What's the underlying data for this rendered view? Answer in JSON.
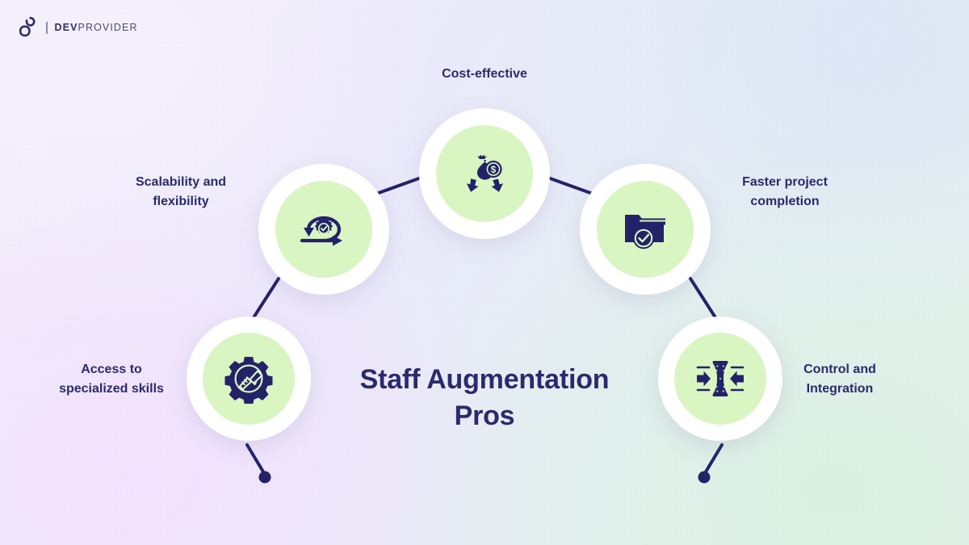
{
  "brand": {
    "logo_icon": "devprovider-logo-mark",
    "name_bold": "DEV",
    "name_light": "PROVIDER"
  },
  "center": {
    "title_line1": "Staff Augmentation",
    "title_line2": "Pros",
    "title_color": "#2b2a6e"
  },
  "theme": {
    "accent_navy": "#232269",
    "disc_green": "#d9f5c2",
    "ring_white": "#ffffff",
    "text_navy": "#2b2a6e"
  },
  "nodes": [
    {
      "id": "cost-effective",
      "label": "Cost-effective",
      "icon": "money-bag-down-arrows-icon"
    },
    {
      "id": "scalability-flexibility",
      "label_line1": "Scalability and",
      "label_line2": "flexibility",
      "icon": "agile-loop-gear-icon"
    },
    {
      "id": "faster-project-completion",
      "label_line1": "Faster project",
      "label_line2": "completion",
      "icon": "folder-check-icon"
    },
    {
      "id": "access-specialized-skills",
      "label_line1": "Access to",
      "label_line2": "specialized skills",
      "icon": "gear-ruler-pencil-icon"
    },
    {
      "id": "control-integration",
      "label_line1": "Control and",
      "label_line2": "Integration",
      "icon": "inward-arrows-integration-icon"
    }
  ]
}
